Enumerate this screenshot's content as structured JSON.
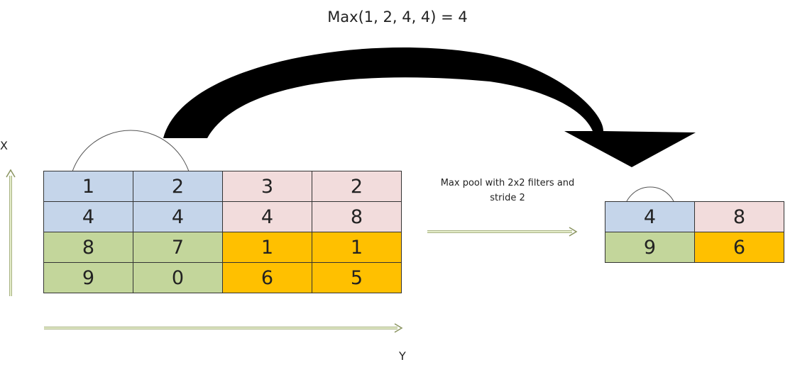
{
  "title": "Max(1, 2, 4, 4) = 4",
  "operation_label_line1": "Max pool with 2x2 filters and",
  "operation_label_line2": "stride 2",
  "axes": {
    "x_label": "X",
    "y_label": "Y"
  },
  "input_matrix": [
    [
      "1",
      "2",
      "3",
      "2"
    ],
    [
      "4",
      "4",
      "4",
      "8"
    ],
    [
      "8",
      "7",
      "1",
      "1"
    ],
    [
      "9",
      "0",
      "6",
      "5"
    ]
  ],
  "output_matrix": [
    [
      "4",
      "8"
    ],
    [
      "9",
      "6"
    ]
  ],
  "colors": {
    "top_left": "#c5d5ea",
    "top_right": "#f2dcdc",
    "bottom_left": "#c3d69b",
    "bottom_right": "#ffc000",
    "arrow": "#000000",
    "axis_arrow": "#d8e4bc"
  }
}
